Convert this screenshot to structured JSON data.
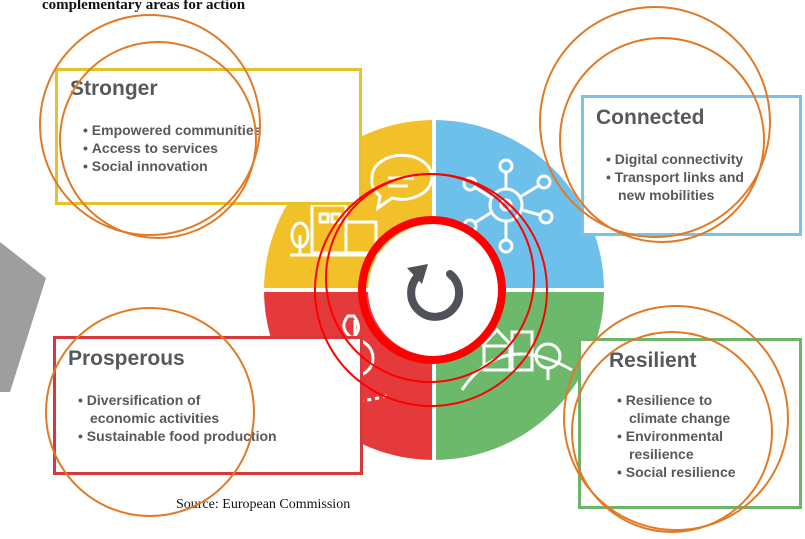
{
  "heading": "complementary areas for action",
  "source": "Source: European Commission",
  "areas": {
    "stronger": {
      "title": "Stronger",
      "items": [
        "Empowered communities",
        "Access to services",
        "Social innovation"
      ]
    },
    "connected": {
      "title": "Connected",
      "items": [
        "Digital connectivity",
        "Transport links and",
        "new mobilities"
      ]
    },
    "prosperous": {
      "title": "Prosperous",
      "items": [
        "Diversification of",
        "economic activities",
        "Sustainable food production"
      ]
    },
    "resilient": {
      "title": "Resilient",
      "items": [
        "Resilience to",
        "climate change",
        "Environmental",
        "resilience",
        "Social resilience"
      ]
    }
  },
  "wheel": {
    "euro_symbol": "€"
  },
  "colors": {
    "yellow": "#f2c029",
    "blue": "#6dc0ea",
    "red": "#e43a3c",
    "green": "#6cb96c",
    "annotation_orange": "#e07a26",
    "annotation_red": "#ff0000",
    "text_gray": "#56595c"
  },
  "icons": [
    "village-icon",
    "speech-bubble-icon",
    "network-icon",
    "cycle-icon",
    "euro-plant-icon",
    "house-hill-icon"
  ]
}
